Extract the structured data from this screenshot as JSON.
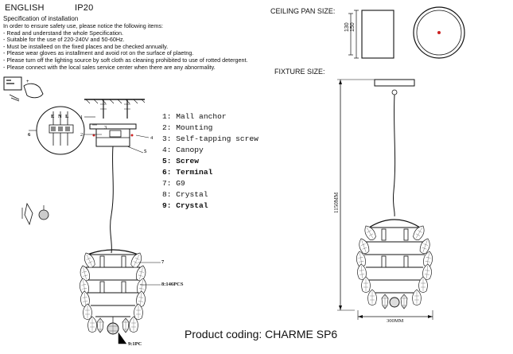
{
  "header": {
    "language": "ENGLISH",
    "ip_rating": "IP20",
    "ceiling_pan_label": "CEILING PAN  SIZE:",
    "fixture_label": "FIXTURE SIZE:"
  },
  "spec": {
    "title": "Specification of installation",
    "lines": [
      "In order to ensure safety use, please notice the following items:",
      "- Read and understand the whole Specification.",
      "- Suitable for the use of 220-240V and 50-60Hz.",
      "- Must be installeed on the fixed places and be checked annually.",
      "- Please wear gloves as installment and avoid rot on the surface of plaetng.",
      "- Please turn off the lighting source by soft cloth as cleaning prohibited to use of rotted detergent.",
      "- Please connect with the local sales service center when there are any abnormality."
    ]
  },
  "parts": [
    {
      "text": "1: Mall anchor",
      "bold": false
    },
    {
      "text": "2: Mounting",
      "bold": false
    },
    {
      "text": "3: Self-tapping screw",
      "bold": false
    },
    {
      "text": "4: Canopy",
      "bold": false
    },
    {
      "text": "5: Screw",
      "bold": true
    },
    {
      "text": "6: Terminal",
      "bold": true
    },
    {
      "text": "7: G9",
      "bold": false
    },
    {
      "text": "8: Crystal",
      "bold": false
    },
    {
      "text": "9: Crystal",
      "bold": true
    }
  ],
  "callouts": {
    "c1": "1",
    "c2": "2",
    "c3": "3",
    "c4": "4",
    "c5": "5",
    "c6": "6",
    "c7": "7",
    "c8": "8:146PCS",
    "c9": "9:1PC"
  },
  "terminal_labels": {
    "e": "E",
    "n": "N",
    "l": "L"
  },
  "dimensions": {
    "pan_outer": "150",
    "pan_inner": "130",
    "height": "1150MM",
    "width": "300MM"
  },
  "product_coding": "Product coding: CHARME SP6"
}
